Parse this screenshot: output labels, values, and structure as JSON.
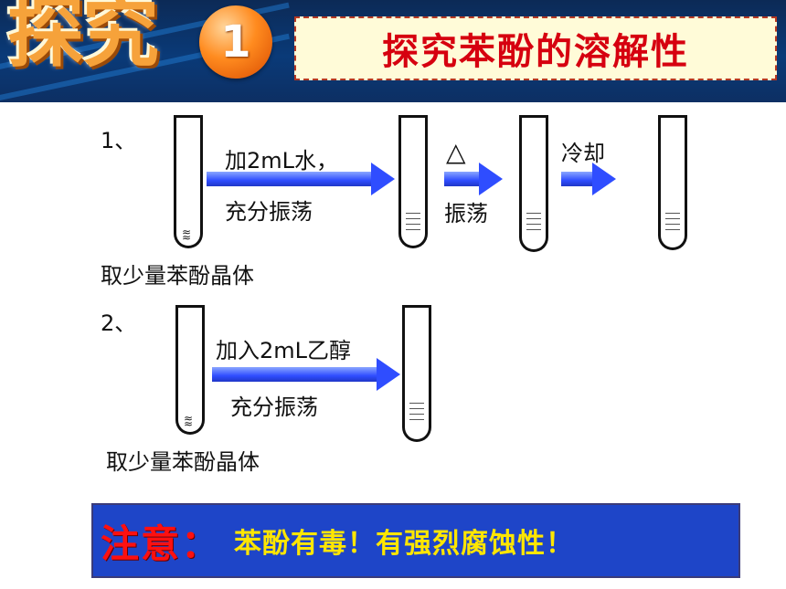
{
  "header": {
    "badge_word": "探究",
    "badge_number": "1",
    "title": "探究苯酚的溶解性"
  },
  "experiment1": {
    "step": "1、",
    "start_label": "取少量苯酚晶体",
    "arrow1_line1": "加2mL水，",
    "arrow1_line2": "充分振荡",
    "arrow2_symbol": "△",
    "arrow2_label": "振荡",
    "arrow3_label": "冷却"
  },
  "experiment2": {
    "step": "2、",
    "start_label": "取少量苯酚晶体",
    "arrow_line1": "加入2mL乙醇",
    "arrow_line2": "充分振荡"
  },
  "note": {
    "heading": "注意：",
    "text": "苯酚有毒！有强烈腐蚀性！"
  },
  "colors": {
    "title_red": "#d6000f",
    "arrow_blue": "#2f4dff",
    "note_bg": "#1e45c8",
    "note_yellow": "#ffe600",
    "badge_orange": "#f6a23a"
  }
}
